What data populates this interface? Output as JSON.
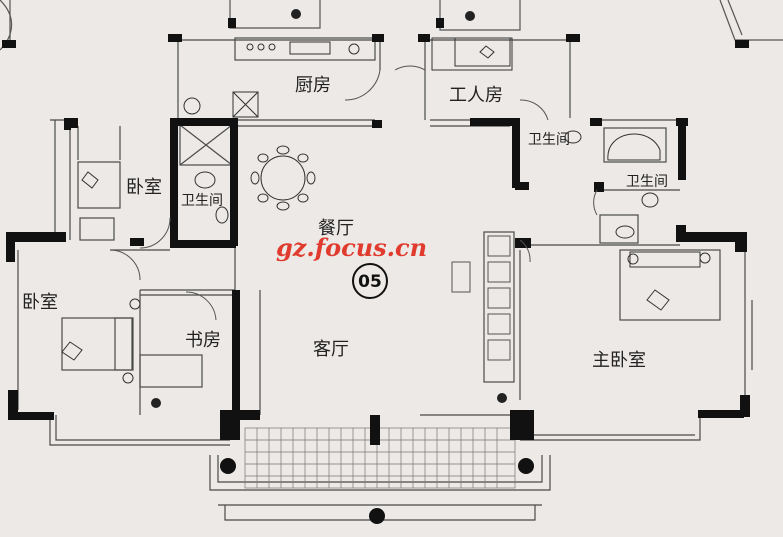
{
  "rooms": {
    "kitchen": "厨房",
    "maid_room": "工人房",
    "bathroom_left": "卫生间",
    "bathroom_right_top": "卫生间",
    "bathroom_right": "卫生间",
    "bedroom_top_left": "卧室",
    "bedroom_left": "卧室",
    "study": "书房",
    "dining": "餐厅",
    "living": "客厅",
    "master_bedroom": "主卧室"
  },
  "unit_label": "05",
  "watermark": "gz.focus.cn",
  "colors": {
    "background": "#ece9e6",
    "wall": "#111111",
    "line": "#4a4a4a",
    "watermark": "#e03b2e"
  }
}
